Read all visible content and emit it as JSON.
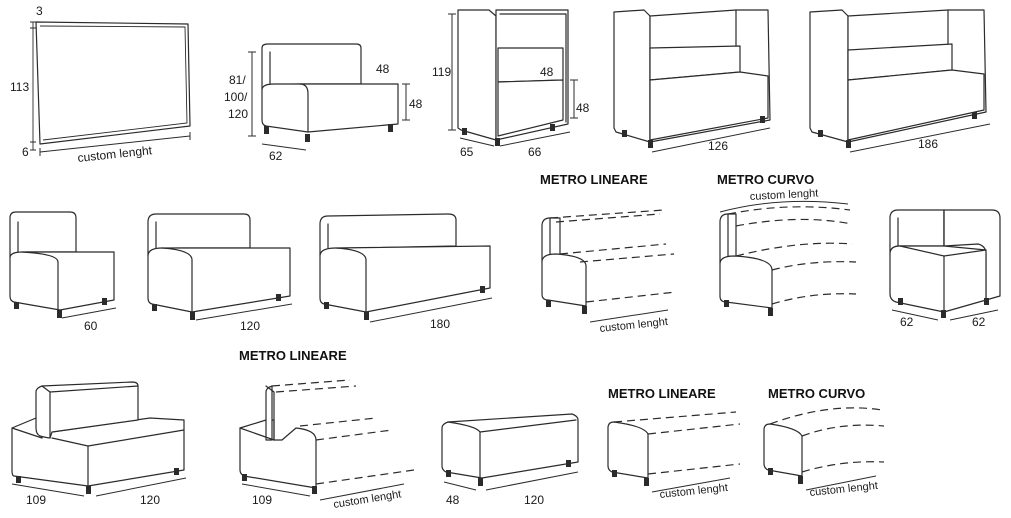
{
  "panel": {
    "top": "3",
    "height": "113",
    "bottom": "6",
    "length": "custom lenght"
  },
  "sofa_low": {
    "height": "81/",
    "height2": "100/",
    "height3": "120",
    "depth_label": "48",
    "seat": "48",
    "depth": "62"
  },
  "booth_single": {
    "height": "119",
    "seat": "48",
    "side": "48",
    "depth": "65",
    "width": "66"
  },
  "booth_126": {
    "width": "126"
  },
  "booth_186": {
    "width": "186"
  },
  "row2": {
    "chair_60": "60",
    "sofa_120": "120",
    "sofa_180": "180",
    "metro_lineare_title": "METRO LINEARE",
    "metro_lineare_length": "custom lenght",
    "metro_curvo_title": "METRO CURVO",
    "metro_curvo_top": "custom lenght",
    "corner_a": "62",
    "corner_b": "62"
  },
  "row3": {
    "metro_lineare_title": "METRO LINEARE",
    "island_depth": "109",
    "island_width": "120",
    "island_line_depth": "109",
    "island_line_length": "custom lenght",
    "bench_depth": "48",
    "bench_width": "120",
    "bench_lineare_title": "METRO LINEARE",
    "bench_lineare_length": "custom lenght",
    "bench_curvo_title": "METRO CURVO",
    "bench_curvo_length": "custom lenght"
  }
}
